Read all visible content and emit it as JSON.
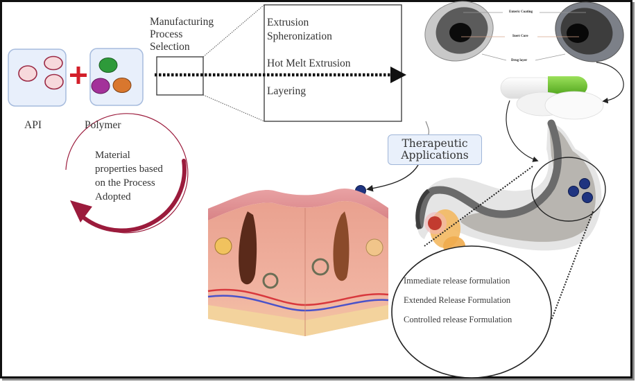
{
  "diagram": {
    "components": {
      "api_label": "API",
      "polymer_label": "Polymer",
      "plus_symbol": "+"
    },
    "process": {
      "title_lines": [
        "Manufacturing",
        "Process",
        "Selection"
      ],
      "methods": [
        "Extrusion",
        "Spheronization",
        "Hot Melt Extrusion",
        "Layering"
      ]
    },
    "material_cycle": {
      "lines": [
        "Material",
        "properties based",
        "on the Process",
        "Adopted"
      ]
    },
    "tablet_layers": {
      "labels": [
        "Enteric Coating",
        "Inert Core",
        "Drug layer"
      ]
    },
    "therapeutic": {
      "lines": [
        "Therapeutic",
        "Applications"
      ]
    },
    "formulations": [
      "Immediate release formulation",
      "Extended Release Formulation",
      "Controlled release Formulation"
    ],
    "colors": {
      "api_particle_fill": "#f7d9dc",
      "api_particle_stroke": "#9b2a45",
      "polymer_green": "#2e9a3a",
      "polymer_magenta": "#a3319a",
      "polymer_orange": "#d9772e",
      "plus_red": "#d31f2a",
      "cycle_arrow": "#9b1b3c",
      "panel_fill": "#e8effb",
      "panel_stroke": "#a6bbdd",
      "drug_bead": "#1f3480",
      "capsule_green": "#6cc52b"
    }
  }
}
